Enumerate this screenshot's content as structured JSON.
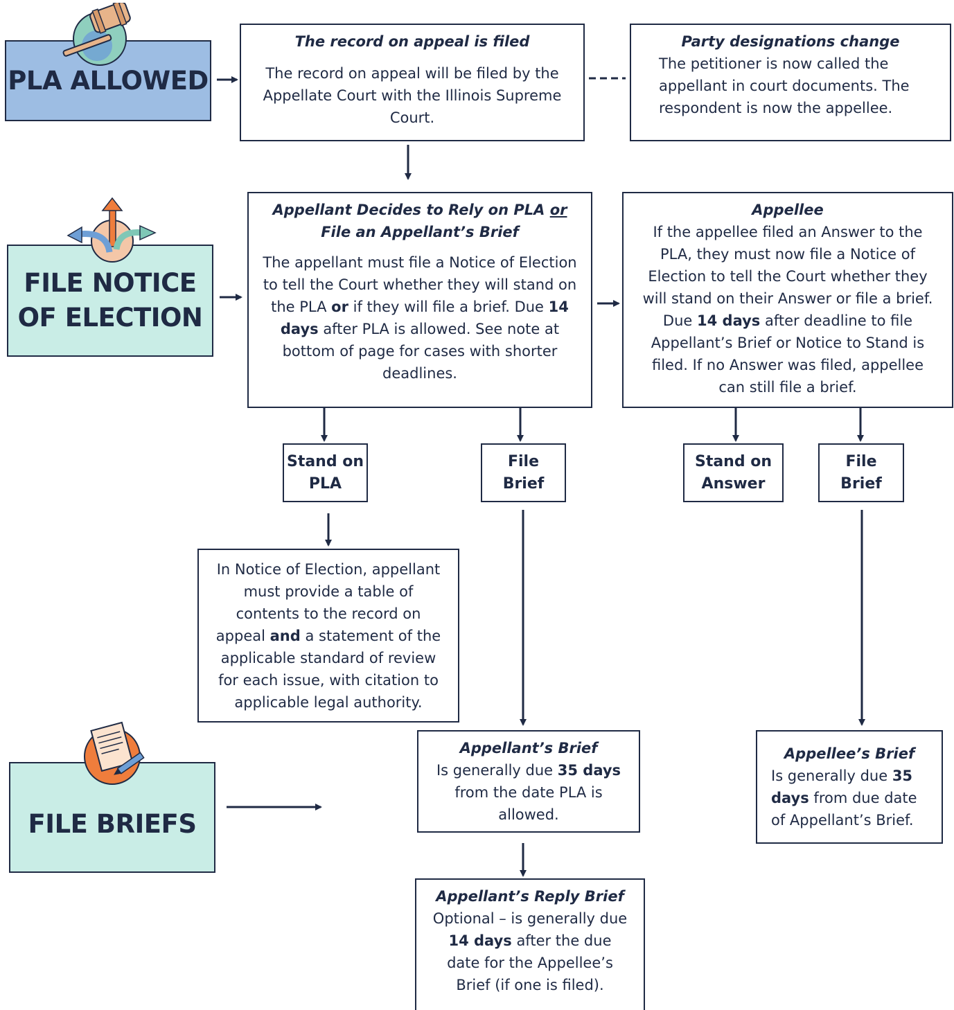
{
  "stages": {
    "pla_allowed": "PLA ALLOWED",
    "file_notice": "FILE NOTICE OF ELECTION",
    "file_briefs": "FILE BRIEFS"
  },
  "colors": {
    "stage_blue": "#9dbde3",
    "stage_mint": "#c9ede6",
    "ink": "#1f2a44",
    "icon_orange": "#ef7d3c",
    "icon_teal": "#7fc7b6",
    "icon_blue": "#6e9fd6"
  },
  "icons": [
    "gavel-icon",
    "direction-arrows-icon",
    "document-pen-icon"
  ],
  "record_box": {
    "title": "The record on appeal is filed",
    "body": "The record on appeal will be filed by the Appellate Court with the Illinois Supreme Court."
  },
  "party_box": {
    "title": "Party designations change",
    "body": "The petitioner is now called the appellant in court documents. The respondent is now the appellee."
  },
  "appellant_decides": {
    "title_part1": "Appellant Decides to Rely on PLA ",
    "title_or": "or",
    "title_part2": " File an Appellant’s Brief",
    "body_1": "The appellant must file a Notice of Election to tell the Court whether they will stand on the PLA ",
    "body_or": "or",
    "body_2": " if they will file a brief. Due ",
    "body_days": "14 days",
    "body_3": " after PLA is allowed. See note at bottom of page for cases with shorter deadlines."
  },
  "appellee_box": {
    "title": "Appellee",
    "body_1": "If the appellee filed an Answer to the PLA, they must now file a Notice of Election to tell the Court whether they will stand on their Answer or file a brief. Due ",
    "body_days": "14 days",
    "body_2": " after deadline to file Appellant’s Brief or Notice to Stand is filed. If no Answer was filed, appellee can still file a brief."
  },
  "choices": {
    "stand_on_pla": "Stand on PLA",
    "file_brief_appellant": "File Brief",
    "stand_on_answer": "Stand on Answer",
    "file_brief_appellee": "File Brief"
  },
  "notice_box": {
    "body_1": "In Notice of Election, appellant must provide a table of contents to the record on appeal ",
    "body_and": "and",
    "body_2": " a statement of the applicable standard of review for each issue, with citation to applicable legal authority."
  },
  "appellant_brief": {
    "title": "Appellant’s Brief",
    "body_1": "Is generally due ",
    "body_days": "35 days",
    "body_2": " from the date PLA is allowed."
  },
  "appellee_brief": {
    "title": "Appellee’s Brief",
    "body_1": "Is generally due ",
    "body_days": "35 days",
    "body_2": " from due date of Appellant’s Brief."
  },
  "reply_brief": {
    "title": "Appellant’s Reply Brief",
    "body_1": "Optional – is generally due ",
    "body_days": "14 days",
    "body_2": " after the due date for the Appellee’s Brief (if one is filed)."
  }
}
